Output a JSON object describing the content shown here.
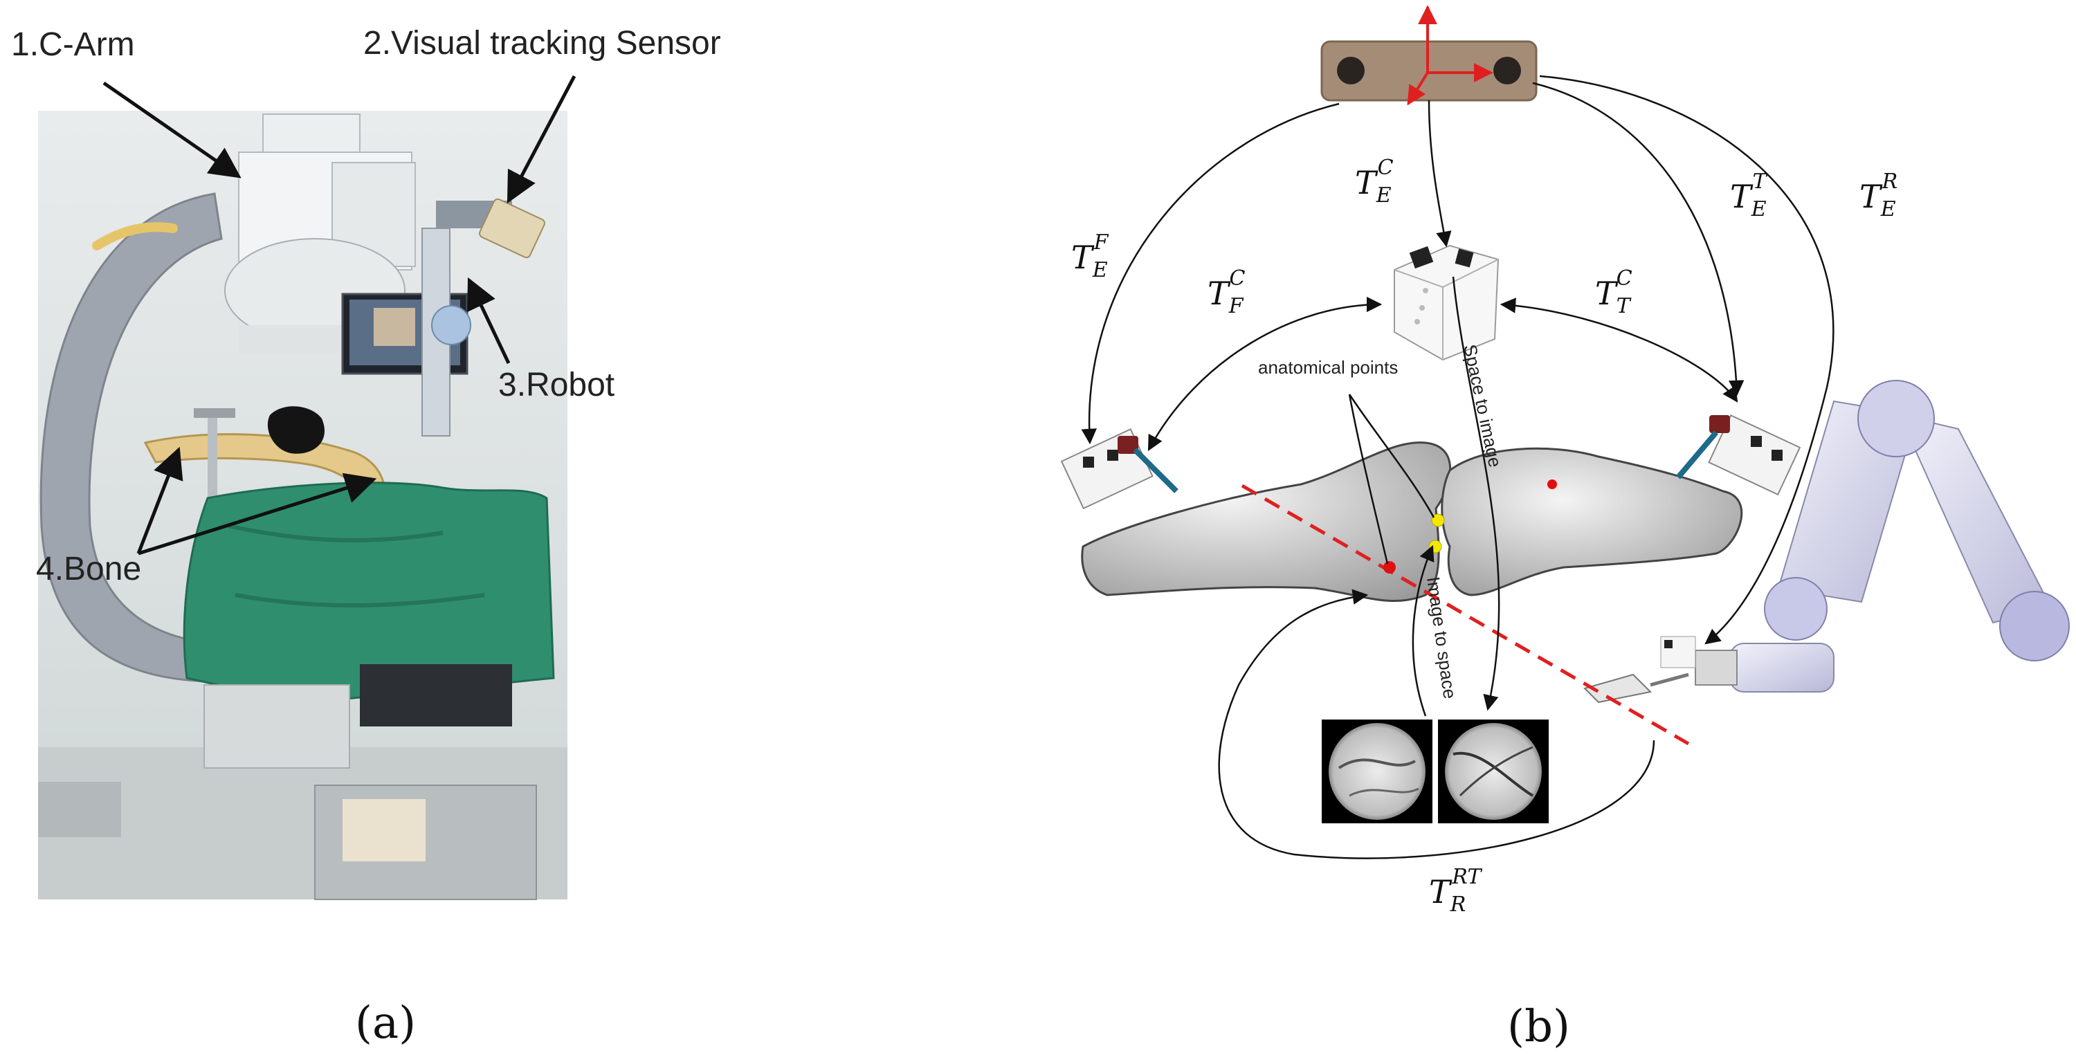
{
  "panel_a": {
    "caption": "(a)",
    "labels": {
      "c_arm": "1.C-Arm",
      "sensor": "2.Visual tracking Sensor",
      "robot": "3.Robot",
      "bone": "4.Bone"
    }
  },
  "panel_b": {
    "caption": "(b)",
    "transforms": [
      {
        "base": "T",
        "sub": "E",
        "sup": "F"
      },
      {
        "base": "T",
        "sub": "E",
        "sup": "C"
      },
      {
        "base": "T",
        "sub": "F",
        "sup": "C"
      },
      {
        "base": "T",
        "sub": "T",
        "sup": "C"
      },
      {
        "base": "T",
        "sub": "E",
        "sup": "T"
      },
      {
        "base": "T",
        "sub": "E",
        "sup": "R"
      },
      {
        "base": "T",
        "sub": "R",
        "sup": "RT"
      }
    ],
    "annotations": {
      "anatomical_points": "anatomical points",
      "space_to_image": "Space to image",
      "image_to_space": "Image to space"
    },
    "colors": {
      "axis": "#e02020",
      "trajectory": "#e02020",
      "anatomical_point": "#f5e600",
      "target_point": "#e01010"
    }
  }
}
